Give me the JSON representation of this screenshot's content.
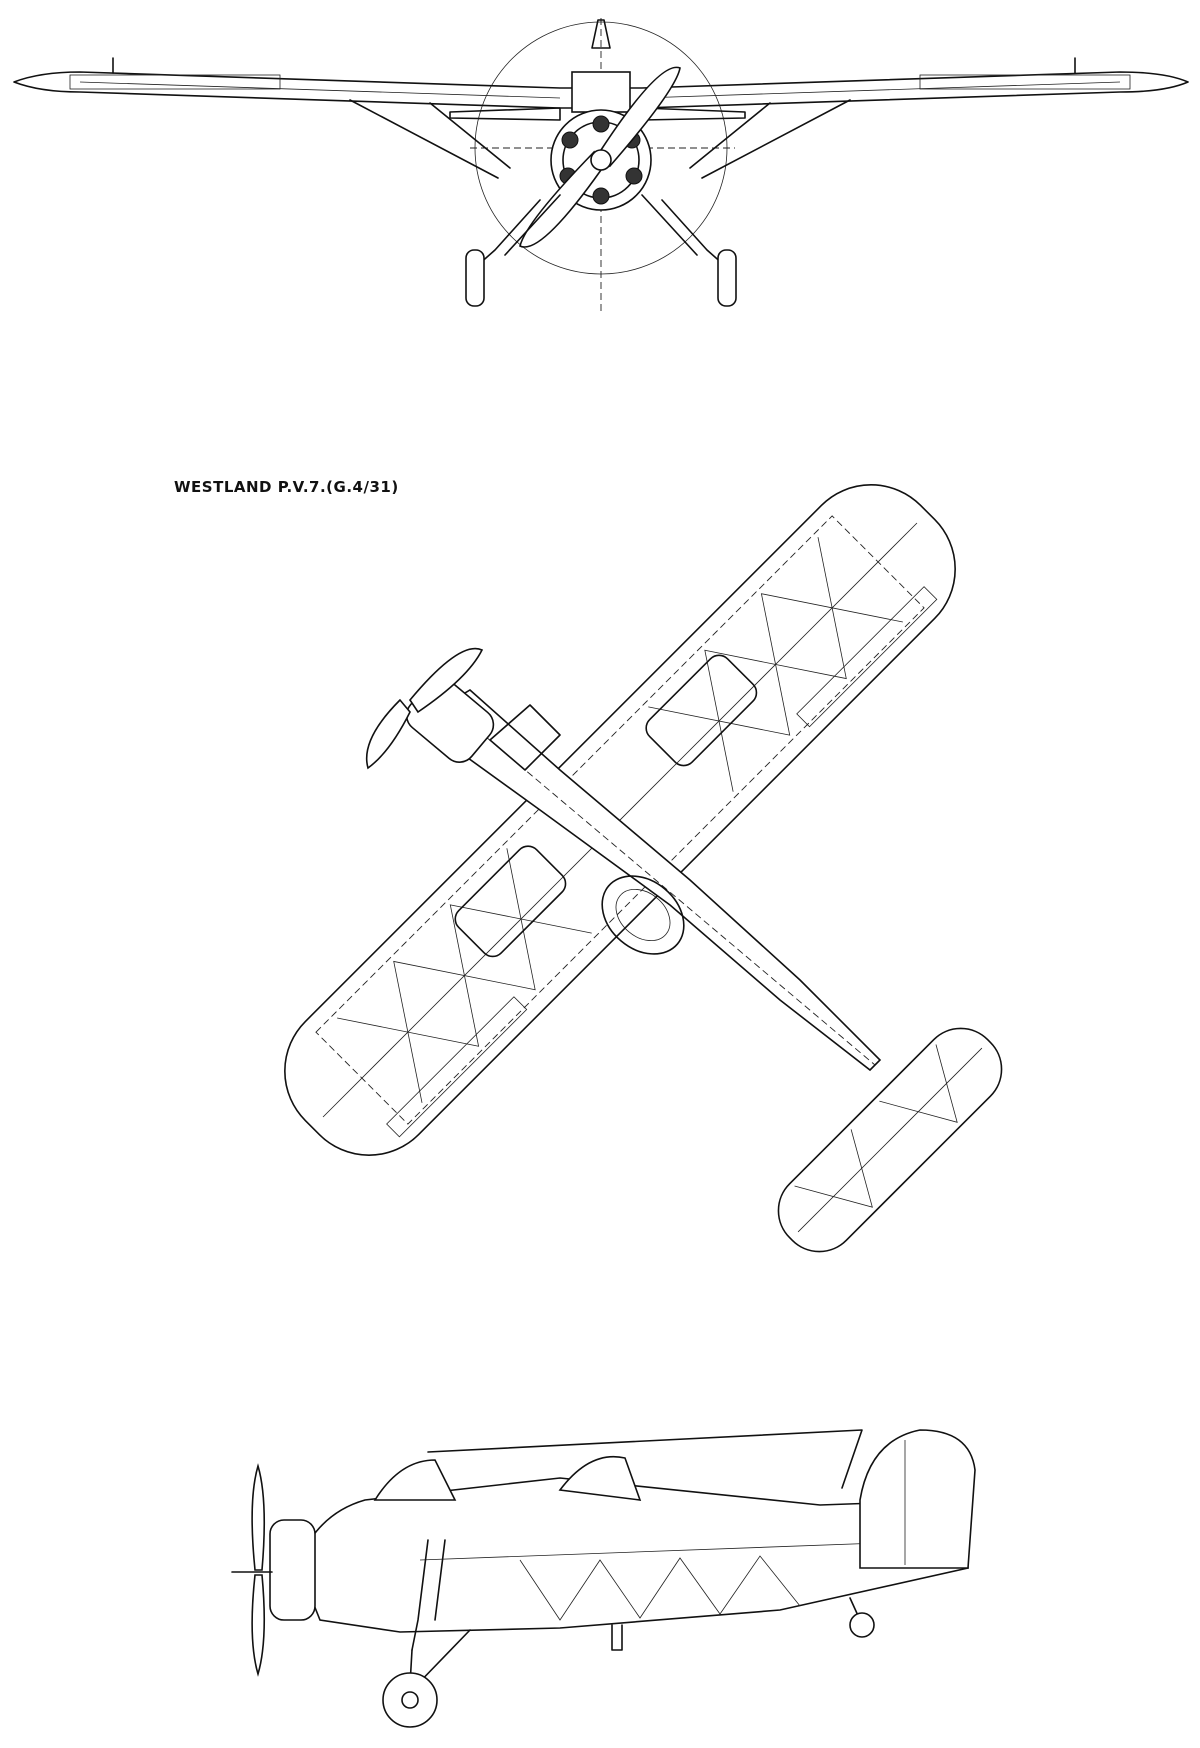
{
  "drawing": {
    "title": "WESTLAND P.V.7.(G.4/31)",
    "views": [
      {
        "name": "front-view"
      },
      {
        "name": "plan-view"
      },
      {
        "name": "side-view"
      }
    ]
  }
}
